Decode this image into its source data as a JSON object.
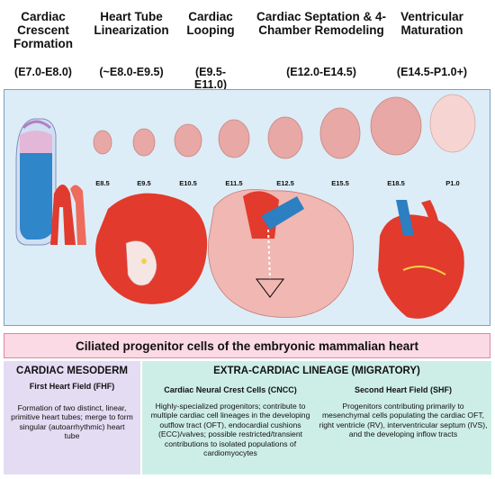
{
  "stages": [
    {
      "title": "Cardiac\nCrescent\nFormation",
      "range": "(E7.0-E8.0)"
    },
    {
      "title": "Heart Tube\nLinearization",
      "range": "(~E8.0-E9.5)"
    },
    {
      "title": "Cardiac\nLooping",
      "range": "(E9.5-\nE11.0)"
    },
    {
      "title": "Cardiac Septation & 4-\nChamber Remodeling",
      "range": "(E12.0-E14.5)"
    },
    {
      "title": "Ventricular\nMaturation",
      "range": "(E14.5-P1.0+)"
    }
  ],
  "embryo_ages": [
    "E8.5",
    "E9.5",
    "E10.5",
    "E11.5",
    "E12.5",
    "E15.5",
    "E18.5",
    "P1.0"
  ],
  "banner": "Ciliated progenitor cells of the embryonic mammalian heart",
  "mesoderm": {
    "heading": "CARDIAC MESODERM",
    "sub": "First Heart Field (FHF)",
    "text": "Formation of two distinct, linear, primitive heart tubes; merge to form singular (autoarrhythmic) heart tube"
  },
  "extracardiac": {
    "heading": "EXTRA-CARDIAC LINEAGE (MIGRATORY)",
    "cncc": {
      "sub": "Cardiac Neural Crest Cells (CNCC)",
      "text": "Highly-specialized progenitors; contribute to multiple cardiac cell lineages in the developing outflow tract (OFT), endocardial cushions (ECC)/valves; possible restricted/transient contributions to isolated populations of cardiomyocytes"
    },
    "shf": {
      "sub": "Second Heart Field (SHF)",
      "text": "Progenitors contributing primarily to mesenchymal cells populating the cardiac OFT, right ventricle (RV), interventricular septum (IVS), and the developing inflow tracts"
    }
  },
  "colors": {
    "panel": "#dcedf7",
    "banner": "#fbd9e5",
    "mesoderm": "#e3dcf3",
    "extracardiac": "#cdeee6",
    "embryo": "#e8a8a5",
    "heart": "#e23a2c"
  }
}
